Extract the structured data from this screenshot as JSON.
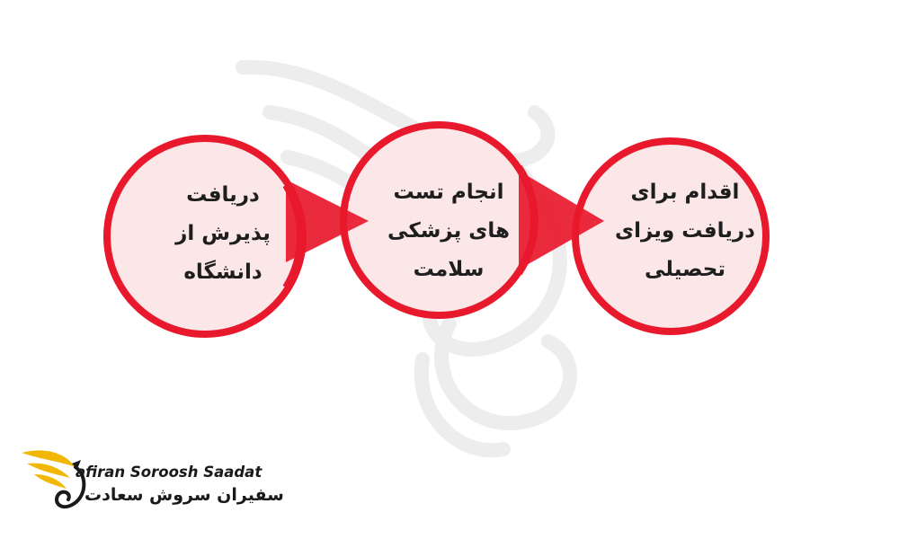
{
  "colors": {
    "accent": "#e8192c",
    "circle_fill": "#fbe7e8",
    "text": "#1e1e1e",
    "logo_gold": "#f2b705"
  },
  "steps": [
    {
      "label": "دریافت\nپذیرش از\nدانشگاه"
    },
    {
      "label": "انجام تست\nهای پزشکی\nسلامت"
    },
    {
      "label": "اقدام برای\nدریافت ویزای\nتحصیلی"
    }
  ],
  "logo": {
    "name_en": "Safiran Soroosh Saadat",
    "name_en_display": "afiran Soroosh Saadat",
    "name_fa": "سفیران سروش سعادت",
    "icon": "winged-swan-icon"
  }
}
